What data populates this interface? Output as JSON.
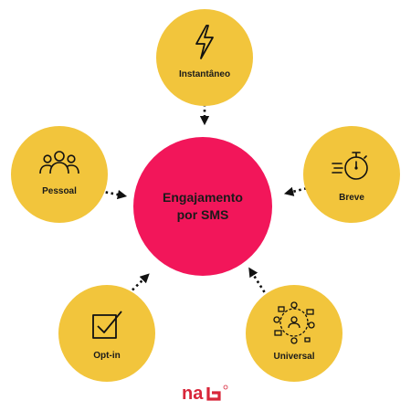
{
  "center": {
    "line1": "Engajamento",
    "line2": "por SMS"
  },
  "nodes": [
    {
      "id": "top",
      "label": "Instantâneo",
      "icon": "lightning-icon"
    },
    {
      "id": "left",
      "label": "Pessoal",
      "icon": "people-group-icon"
    },
    {
      "id": "right",
      "label": "Breve",
      "icon": "stopwatch-icon"
    },
    {
      "id": "bottom-left",
      "label": "Opt-in",
      "icon": "checkbox-icon"
    },
    {
      "id": "bottom-right",
      "label": "Universal",
      "icon": "network-people-icon"
    }
  ],
  "logo": {
    "name": "brand-logo",
    "text": "na"
  },
  "colors": {
    "node": "#f2c53c",
    "center": "#f2165a",
    "logo": "#d8263a",
    "line": "#111111"
  }
}
